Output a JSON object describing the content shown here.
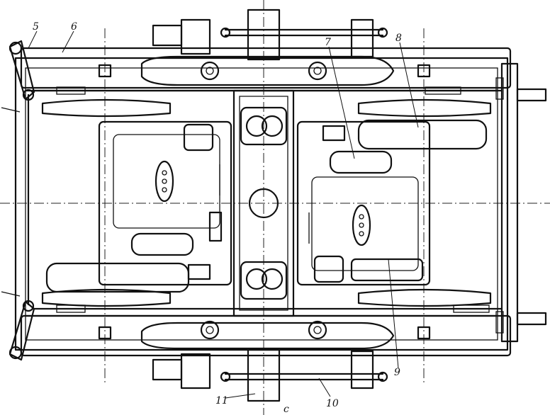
{
  "figure": {
    "callouts": [
      {
        "id": "callout-5",
        "text": "5"
      },
      {
        "id": "callout-6",
        "text": "6"
      },
      {
        "id": "callout-7",
        "text": "7"
      },
      {
        "id": "callout-8",
        "text": "8"
      },
      {
        "id": "callout-9",
        "text": "9"
      },
      {
        "id": "callout-10",
        "text": "10"
      },
      {
        "id": "callout-11",
        "text": "11"
      }
    ],
    "bottom_mark": "c"
  }
}
